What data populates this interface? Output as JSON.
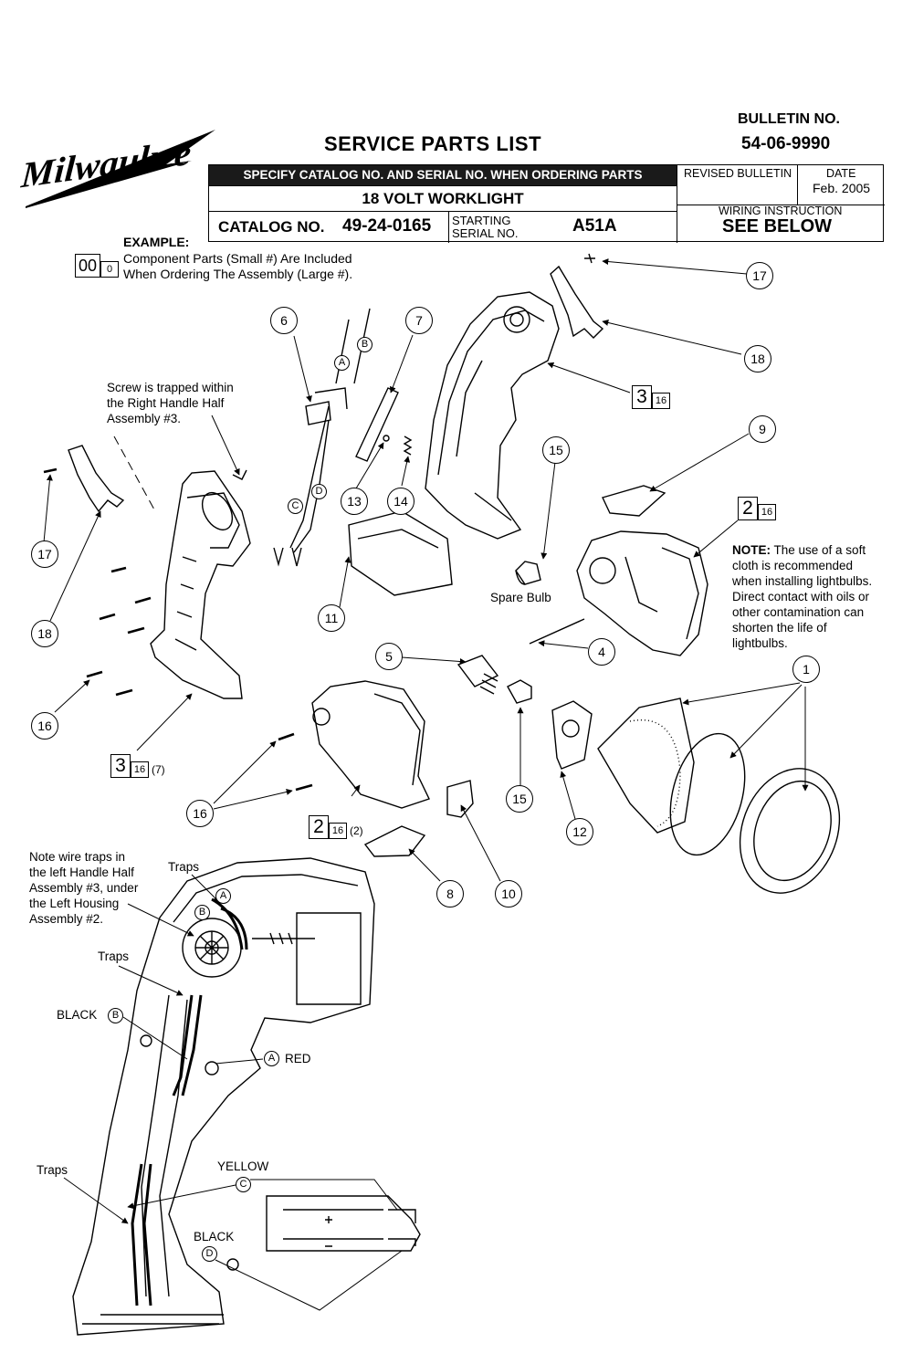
{
  "header": {
    "logo_text": "Milwaukee",
    "title": "SERVICE PARTS LIST",
    "bulletin_label": "BULLETIN NO.",
    "bulletin_no": "54-06-9990",
    "specify_note": "SPECIFY CATALOG NO. AND SERIAL NO. WHEN ORDERING PARTS",
    "product_name": "18 VOLT WORKLIGHT",
    "catalog_label": "CATALOG NO.",
    "catalog_no": "49-24-0165",
    "serial_label_1": "STARTING",
    "serial_label_2": "SERIAL NO.",
    "serial_no": "A51A",
    "revised_label": "REVISED BULLETIN",
    "date_label": "DATE",
    "date_value": "Feb. 2005",
    "wiring_label": "WIRING INSTRUCTION",
    "wiring_value": "SEE BELOW"
  },
  "example": {
    "title": "EXAMPLE:",
    "big": "00",
    "small": "0",
    "line1": "Component Parts (Small #) Are Included",
    "line2": "When Ordering The Assembly (Large #)."
  },
  "notes": {
    "screw": [
      "Screw is trapped within",
      "the Right Handle Half",
      "Assembly #3."
    ],
    "lightbulb_bold": "NOTE:",
    "lightbulb": [
      " The use of a soft",
      "cloth is recommended",
      "when installing lightbulbs.",
      "Direct contact with oils or",
      "other contamination can",
      "shorten the life of",
      "lightbulbs."
    ],
    "wire_traps": [
      "Note wire traps in",
      "the left Handle Half",
      "Assembly #3, under",
      "the Left Housing",
      "Assembly #2."
    ],
    "spare_bulb": "Spare Bulb"
  },
  "callouts": {
    "c1": "1",
    "c4": "4",
    "c5": "5",
    "c6": "6",
    "c7": "7",
    "c8": "8",
    "c9": "9",
    "c10": "10",
    "c11": "11",
    "c12": "12",
    "c13": "13",
    "c14": "14",
    "c15a": "15",
    "c15b": "15",
    "c16a": "16",
    "c16b": "16",
    "c17a": "17",
    "c17b": "17",
    "c18a": "18",
    "c18b": "18"
  },
  "assemblies": {
    "a3top": {
      "big": "3",
      "small": "16",
      "qty": ""
    },
    "a2top": {
      "big": "2",
      "small": "16",
      "qty": ""
    },
    "a3bot": {
      "big": "3",
      "small": "16",
      "qty": "(7)"
    },
    "a2bot": {
      "big": "2",
      "small": "16",
      "qty": "(2)"
    }
  },
  "wire_letters": {
    "exA": "A",
    "exB": "B",
    "exC": "C",
    "exD": "D",
    "wA": "A",
    "wB": "B",
    "wBk": "B",
    "wAr": "A",
    "wC": "C",
    "wD": "D"
  },
  "wiring_labels": {
    "traps1": "Traps",
    "traps2": "Traps",
    "traps3": "Traps",
    "black_b": "BLACK",
    "red_a": "RED",
    "yellow_c": "YELLOW",
    "black_d": "BLACK",
    "plus": "+",
    "minus": "–"
  }
}
